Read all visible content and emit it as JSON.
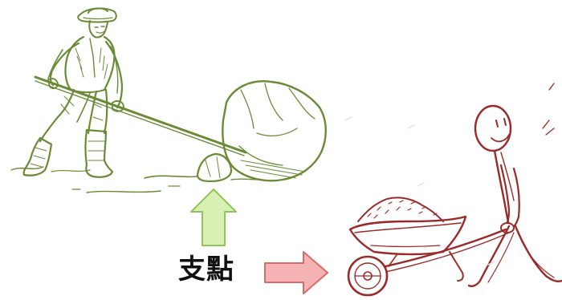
{
  "label": {
    "fulcrum": "支點"
  },
  "colors": {
    "lever_sketch": "#6a8a35",
    "wheelbarrow_sketch": "#9a2a2a",
    "up_arrow_fill": "#d8f0b4",
    "up_arrow_stroke": "#8fc45a",
    "right_arrow_fill": "#f6b3b3",
    "right_arrow_stroke": "#d86a6a",
    "label_text": "#111111"
  },
  "icons": {
    "man_with_lever": "man-levering-boulder-illustration",
    "wheelbarrow": "stickman-pushing-wheelbarrow-illustration",
    "up_arrow": "arrow-up-icon",
    "right_arrow": "arrow-right-icon"
  }
}
